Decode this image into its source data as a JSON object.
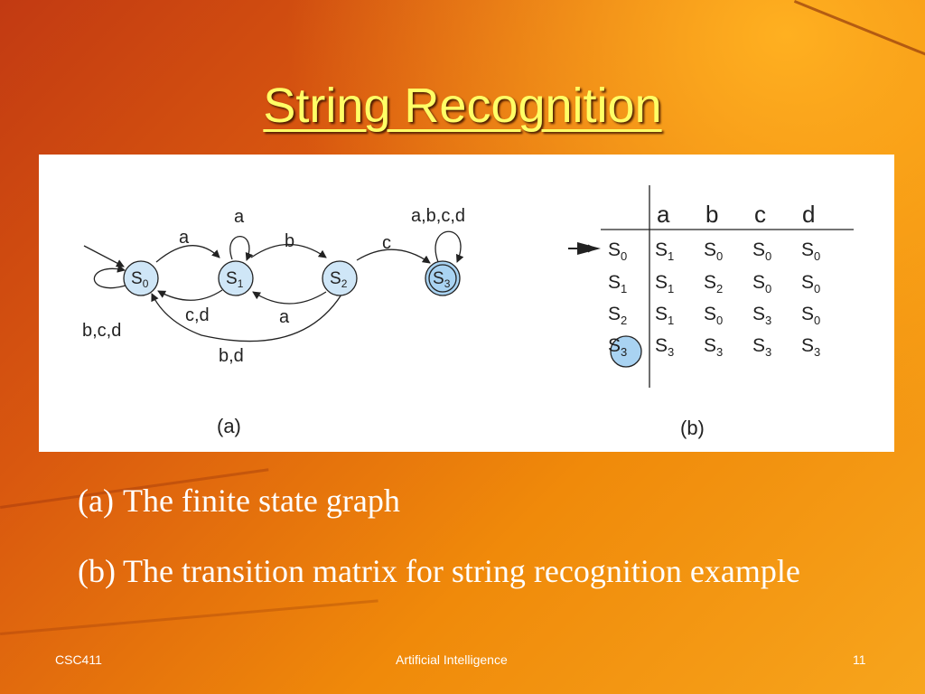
{
  "slide": {
    "title": "String Recognition",
    "footer_left": "CSC411",
    "footer_center": "Artificial Intelligence",
    "page_number": "11"
  },
  "figure": {
    "graph": {
      "caption": "(a)",
      "states": [
        "S0",
        "S1",
        "S2",
        "S3"
      ],
      "accepting_state": "S3",
      "start_state": "S0",
      "edges": [
        {
          "from": "S0",
          "to": "S0",
          "label": "b,c,d"
        },
        {
          "from": "S0",
          "to": "S1",
          "label": "a"
        },
        {
          "from": "S1",
          "to": "S1",
          "label": "a"
        },
        {
          "from": "S1",
          "to": "S2",
          "label": "b"
        },
        {
          "from": "S1",
          "to": "S0",
          "label": "c,d"
        },
        {
          "from": "S2",
          "to": "S1",
          "label": "a"
        },
        {
          "from": "S2",
          "to": "S0",
          "label": "b,d"
        },
        {
          "from": "S2",
          "to": "S3",
          "label": "c"
        },
        {
          "from": "S3",
          "to": "S3",
          "label": "a,b,c,d"
        }
      ]
    },
    "matrix": {
      "caption": "(b)",
      "columns": [
        "a",
        "b",
        "c",
        "d"
      ],
      "rows": [
        {
          "state": "S0",
          "cells": [
            "S1",
            "S0",
            "S0",
            "S0"
          ]
        },
        {
          "state": "S1",
          "cells": [
            "S1",
            "S2",
            "S0",
            "S0"
          ]
        },
        {
          "state": "S2",
          "cells": [
            "S1",
            "S0",
            "S3",
            "S0"
          ]
        },
        {
          "state": "S3",
          "cells": [
            "S3",
            "S3",
            "S3",
            "S3"
          ]
        }
      ]
    }
  },
  "bullets": [
    {
      "tag": "(a)",
      "text": "The finite state graph"
    },
    {
      "tag": "(b)",
      "text": "The transition  matrix for string recognition example"
    }
  ],
  "colors": {
    "title": "#ffff66",
    "node_fill": "#cfe6f7",
    "accept_fill": "#a9d3f2",
    "line": "#222222"
  }
}
